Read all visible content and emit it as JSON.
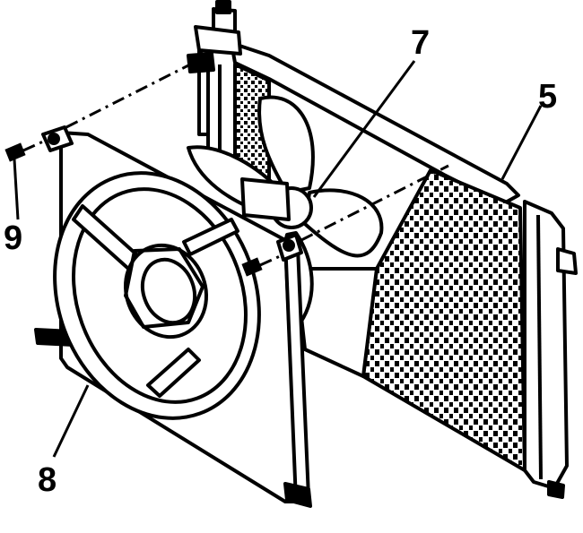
{
  "colors": {
    "ink": "#000000",
    "paper": "#ffffff"
  },
  "callouts": {
    "radiator": "5",
    "fan": "7",
    "shroud": "8",
    "bolt": "9"
  }
}
